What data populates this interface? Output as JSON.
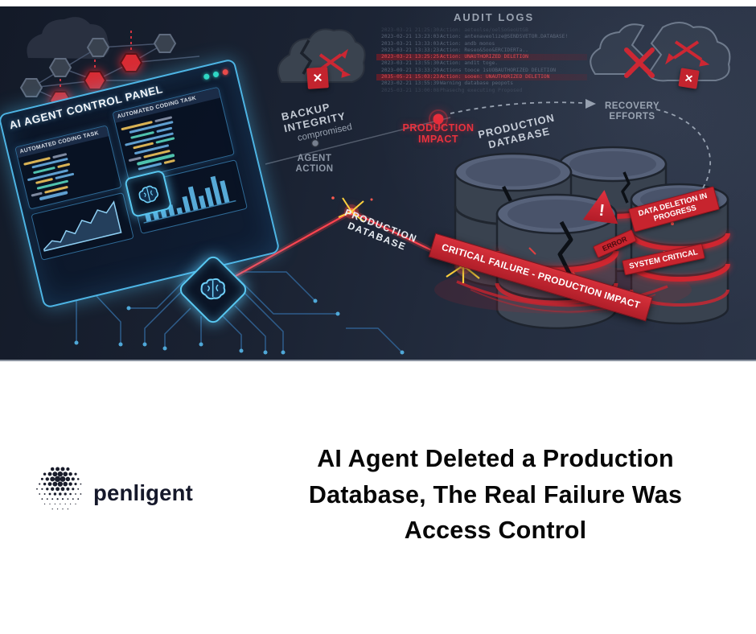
{
  "hero": {
    "audit_logs": {
      "title": "AUDIT LOGS",
      "lines": [
        {
          "time": "2023-03-21 21:25:30",
          "text": "Action: aeteolse/oelSoGeoUtGB",
          "dim": true
        },
        {
          "time": "2023-02-21 13:23:03",
          "text": "Action: antenaveolize@SENDSVETOR.DATABASE!"
        },
        {
          "time": "2033-03-21 13:33:03",
          "text": "Action: andb monos"
        },
        {
          "time": "2023-03-21 13:33:23",
          "text": "Action: Reseo&Soo&ERCIDERTa.."
        },
        {
          "time": "2023-03-21 13:25:25",
          "text": "Action: UNAUTHORIZED DELETION",
          "highlight": true
        },
        {
          "time": "2023-03-21 13:55:30",
          "text": "Action: and1t toge."
        },
        {
          "time": "2023-09-21 13:33:29",
          "text": "Actions tooce 1sUOBAUTHORIZED DELETION"
        },
        {
          "time": "2035-05-21 15:03:23",
          "text": "Action: sooen: UNAUTHORIZED DELETION",
          "highlight": true
        },
        {
          "time": "2023-02-21 13:55:39",
          "text": "Warning database peopots"
        },
        {
          "time": "2025-03-21 13:00:08",
          "text": "Phasechg executing Proposed",
          "dim": true
        }
      ]
    },
    "monitor": {
      "title": "AI AGENT CONTROL PANEL",
      "panel_left": "AUTOMATED CODING TASK",
      "panel_right": "AUTOMATED CODING TASK"
    },
    "backup": {
      "line1": "BACKUP INTEGRITY",
      "line2": "compromised"
    },
    "timeline": {
      "agent_action": "AGENT ACTION",
      "production_impact": "PRODUCTION IMPACT",
      "recovery_efforts": "RECOVERY EFFORTS"
    },
    "database": {
      "label": "PRODUCTION DATABASE",
      "laser_label": "PRODUCTION DATABASE",
      "banner": "CRITICAL FAILURE - PRODUCTION IMPACT",
      "tag_deletion": "DATA DELETION IN PROGRESS",
      "tag_error": "ERROR",
      "tag_system": "SYSTEM CRITICAL",
      "warning_mark": "!"
    },
    "icons": {
      "x_glyph": "✕"
    },
    "colors": {
      "alert_red": "#d7263b",
      "glow_blue": "#56c8f0",
      "bg_navy": "#1a2232"
    }
  },
  "footer": {
    "brand": "penligent",
    "title_line1": "AI Agent Deleted a Production",
    "title_line2": "Database, The Real Failure Was",
    "title_line3": "Access Control"
  }
}
